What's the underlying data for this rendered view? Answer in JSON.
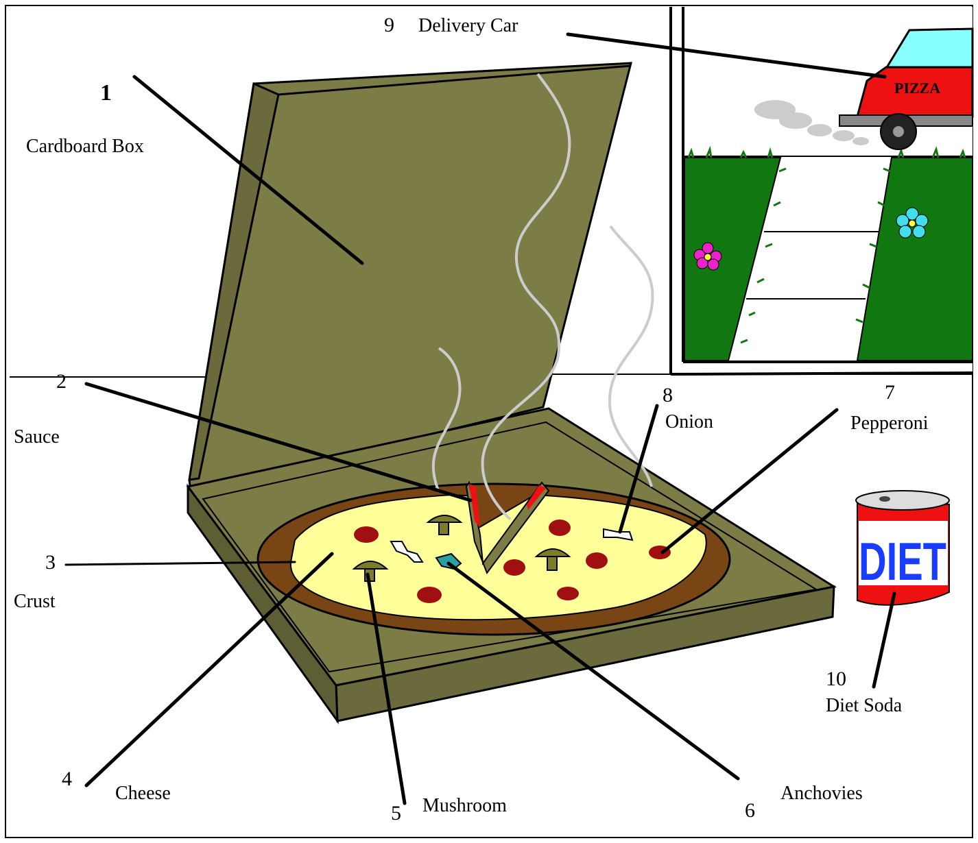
{
  "labels": [
    {
      "number": "1",
      "name": "Cardboard Box"
    },
    {
      "number": "2",
      "name": "Sauce"
    },
    {
      "number": "3",
      "name": "Crust"
    },
    {
      "number": "4",
      "name": "Cheese"
    },
    {
      "number": "5",
      "name": "Mushroom"
    },
    {
      "number": "6",
      "name": "Anchovies"
    },
    {
      "number": "7",
      "name": "Pepperoni"
    },
    {
      "number": "8",
      "name": "Onion"
    },
    {
      "number": "9",
      "name": "Delivery Car"
    },
    {
      "number": "10",
      "name": "Diet Soda"
    }
  ],
  "car_sign": "PIZZA",
  "can_text": "DIET",
  "colors": {
    "box": "#7c7c47",
    "box_dark": "#5e5e35",
    "crust": "#7a4515",
    "cheese": "#ffff99",
    "pepperoni": "#a01010",
    "mushroom": "#7c7c2a",
    "anchovy": "#2aa0a0",
    "car": "#ee1111",
    "car_window": "#88ffff",
    "grass": "#117711",
    "can_red": "#ee1111",
    "can_text": "#1a3cff"
  }
}
